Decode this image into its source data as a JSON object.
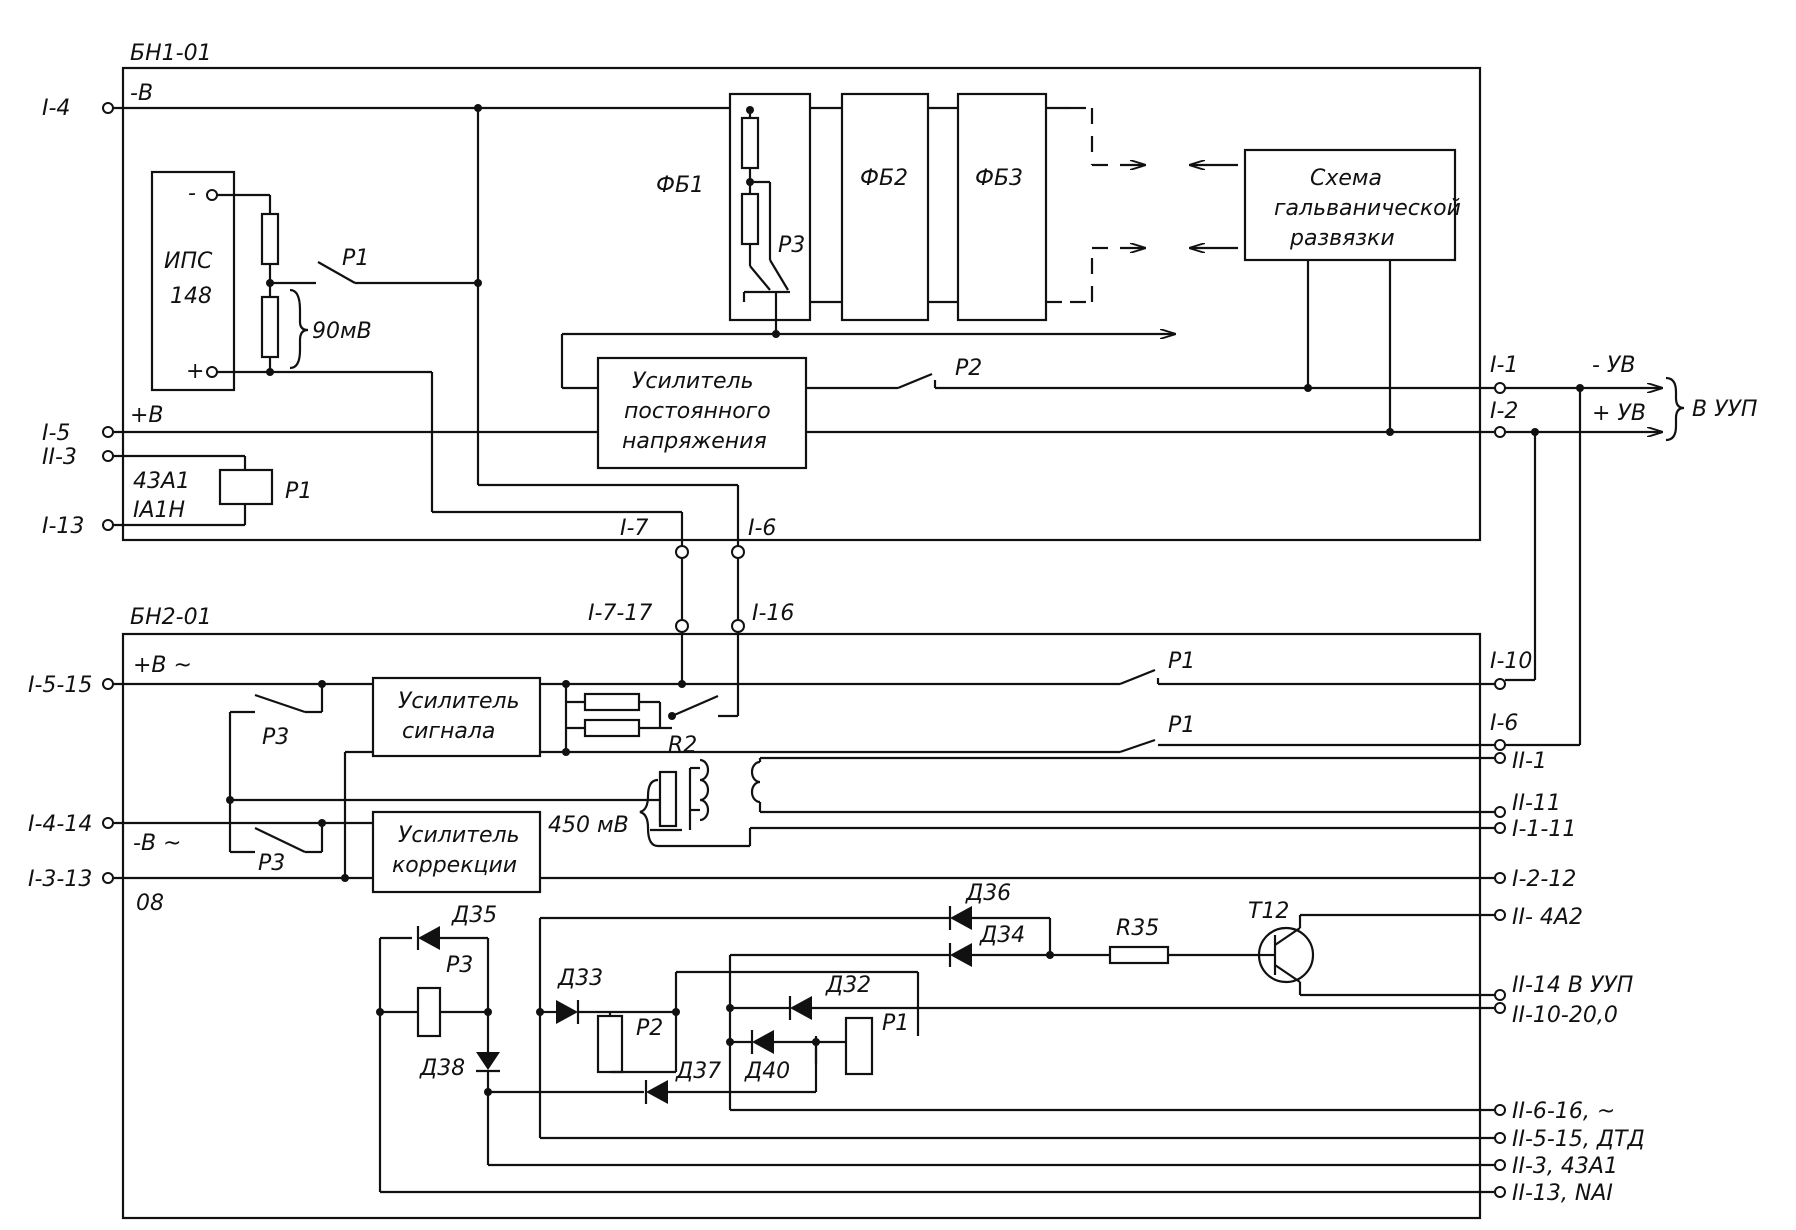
{
  "blocks": {
    "bn1": "БН1-01",
    "bn2": "БН2-01",
    "ips_line1": "ИПС",
    "ips_line2": "148",
    "fb1": "ФБ1",
    "fb2": "ФБ2",
    "fb3": "ФБ3",
    "isolation_line1": "Схема",
    "isolation_line2": "гальванической",
    "isolation_line3": "развязки",
    "dc_amp_line1": "Усилитель",
    "dc_amp_line2": "постоянного",
    "dc_amp_line3": "напряжения",
    "sig_amp_line1": "Усилитель",
    "sig_amp_line2": "сигнала",
    "corr_amp_line1": "Усилитель",
    "corr_amp_line2": "коррекции"
  },
  "labels": {
    "minus_b": "-В",
    "plus_b": "+В",
    "ips_minus": "-",
    "ips_plus": "+",
    "p1": "Р1",
    "p2": "Р2",
    "p3": "Р3",
    "mv90": "90мВ",
    "relay_l1": "43А1",
    "relay_l2": "IА1Н",
    "minus_uv": "- УВ",
    "plus_uv": "+ УВ",
    "v_uup": "В УУП",
    "plus_b_ac": "+В ~",
    "minus_b_ac": "-В ~",
    "r2": "R2",
    "mv450": "450 мВ",
    "code08": "08",
    "d32": "Д32",
    "d33": "Д33",
    "d34": "Д34",
    "d35": "Д35",
    "d36": "Д36",
    "d37": "Д37",
    "d38": "Д38",
    "d40": "Д40",
    "r35": "R35",
    "t12": "Т12"
  },
  "terminals": {
    "i4": "I-4",
    "i5": "I-5",
    "ii3": "II-3",
    "i13": "I-13",
    "i1": "I-1",
    "i2": "I-2",
    "i7": "I-7",
    "i6": "I-6",
    "i7_17": "I-7-17",
    "i16": "I-16",
    "i5_15": "I-5-15",
    "i4_14": "I-4-14",
    "i3_13": "I-3-13",
    "i10": "I-10",
    "i6b": "I-6",
    "ii1": "II-1",
    "ii11": "II-11",
    "i1_11": "I-1-11",
    "i2_12": "I-2-12",
    "ii4a2": "II- 4А2",
    "ii14": "II-14 В УУП",
    "ii10": "II-10-20,0",
    "ii6": "II-6-16, ~",
    "ii5": "II-5-15, ДТД",
    "ii3b": "II-3, 43А1",
    "ii13": "II-13, NАI"
  }
}
